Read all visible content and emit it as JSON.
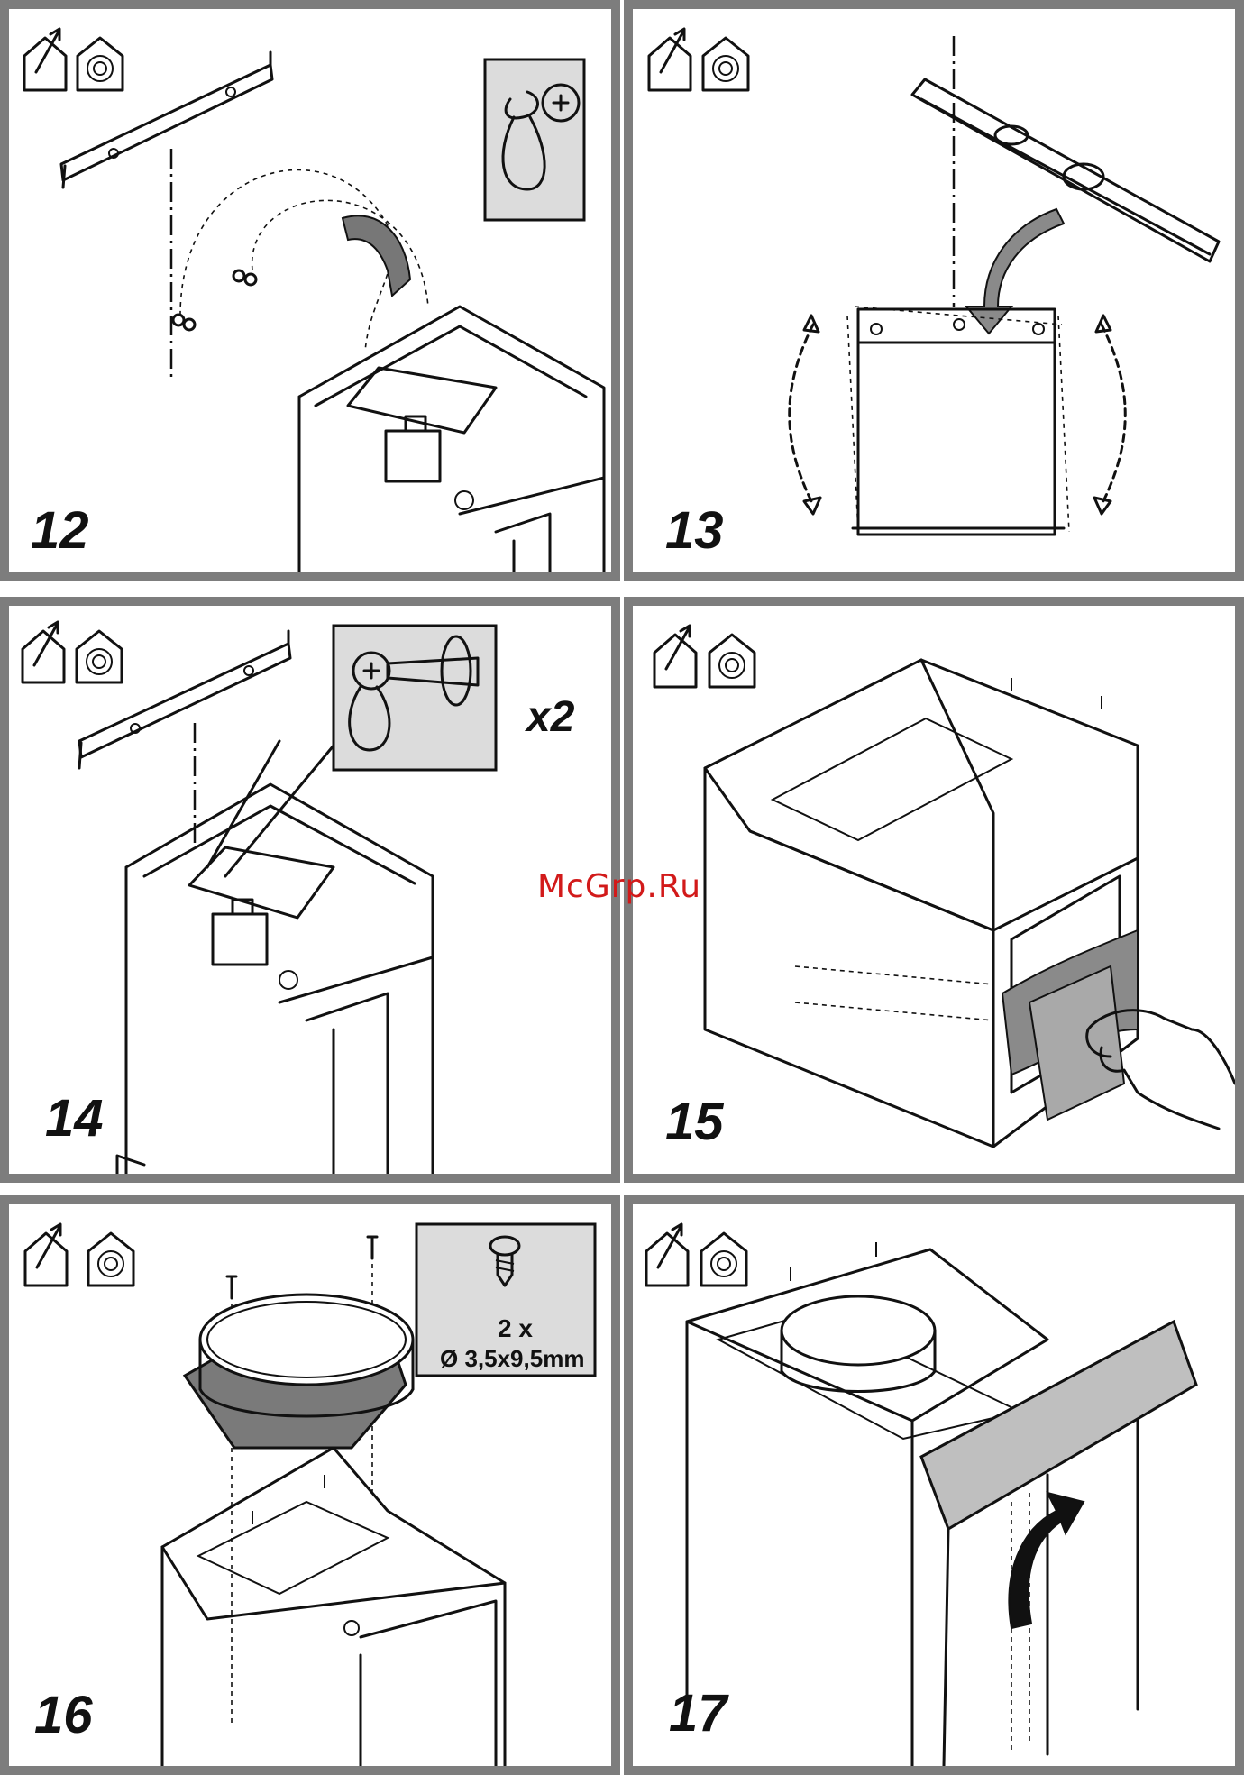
{
  "watermark": "McGrp.Ru",
  "icons": [
    "ducted-extraction-icon",
    "recirculation-icon"
  ],
  "panels": [
    {
      "step": "12",
      "callout": ""
    },
    {
      "step": "13",
      "callout": ""
    },
    {
      "step": "14",
      "callout": "x2"
    },
    {
      "step": "15",
      "callout": ""
    },
    {
      "step": "16",
      "callout_qty": "2 x",
      "callout_spec": "Ø 3,5x9,5mm"
    },
    {
      "step": "17",
      "callout": ""
    }
  ],
  "colors": {
    "frame": "#7d7d7d",
    "callout_bg": "#dcdcdc",
    "arrow": "#777777",
    "watermark": "#d21a1a"
  }
}
